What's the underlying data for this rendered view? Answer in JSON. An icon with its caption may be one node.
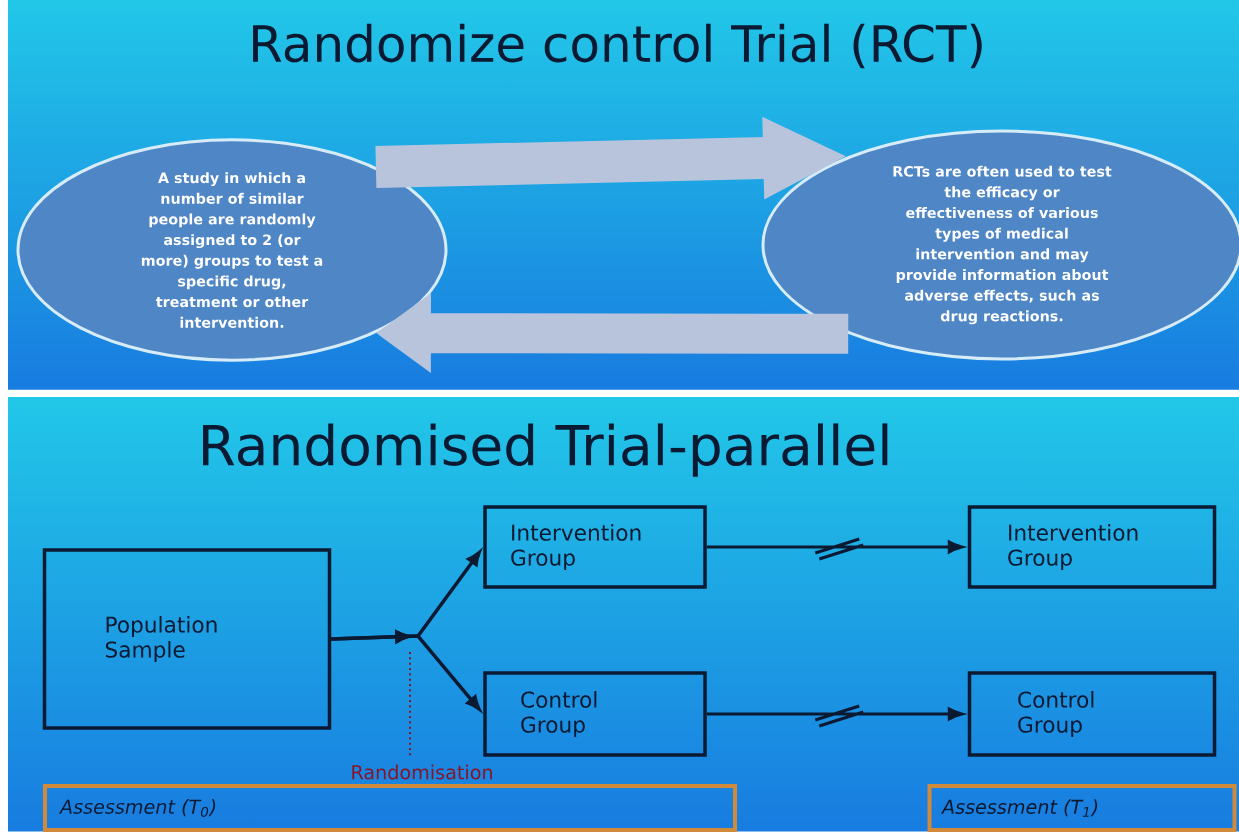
{
  "diagram": {
    "title": "Randomize control Trial (RCT)",
    "nodes": [
      {
        "text": [
          "A study in which a number of similar people are randomly assigned to 2 (or more) groups to test a specific drug, treatment or other intervention."
        ]
      },
      {
        "text": [
          "RCTs are often used to test the efficacy or effectiveness of various types of medical intervention and may provide information about adverse effects, such as drug reactions."
        ]
      },
      {
        "text": [
          "Population Sample"
        ]
      },
      {
        "text": [
          "Intervention Group"
        ]
      },
      {
        "text": [
          "Control Group"
        ]
      },
      {
        "text": [
          "Intervention Group"
        ]
      },
      {
        "text": [
          "Control Group"
        ]
      },
      {
        "text": [
          "Assessment (T$_{0}$)"
        ]
      },
      {
        "text": [
          "Assessment (T$_{1}$)"
        ]
      }
    ],
    "edges": [
      {
        "from": 0,
        "to": 1,
        "arrow": "to",
        "style": "thick",
        "color": "#b8c4dc"
      },
      {
        "from": 1,
        "to": 0,
        "arrow": "to",
        "style": "thick",
        "color": "#b8c4dc"
      },
      {
        "from": 2,
        "to": 3,
        "arrow": "to"
      },
      {
        "from": 2,
        "to": 4,
        "arrow": "to"
      },
      {
        "from": 3,
        "to": 5,
        "arrow": "to"
      },
      {
        "from": 4,
        "to": 6,
        "arrow": "to"
      }
    ],
    "labels": [
      "Randomised Trial-parallel",
      "Randomisation"
    ]
  }
}
